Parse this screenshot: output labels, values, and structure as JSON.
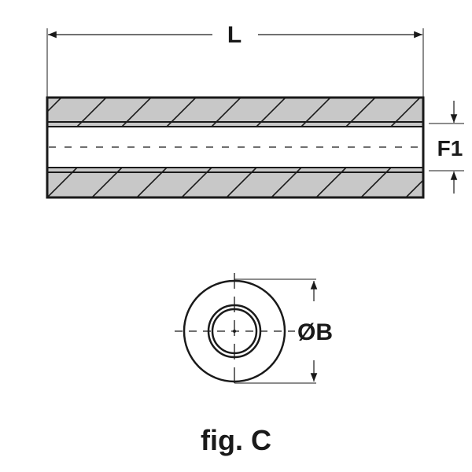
{
  "labels": {
    "length": "L",
    "bore": "F1",
    "diameter": "ØB",
    "caption": "fig. C"
  },
  "colors": {
    "line": "#1a1a1a",
    "hatch_fill": "#c8c8c8"
  }
}
